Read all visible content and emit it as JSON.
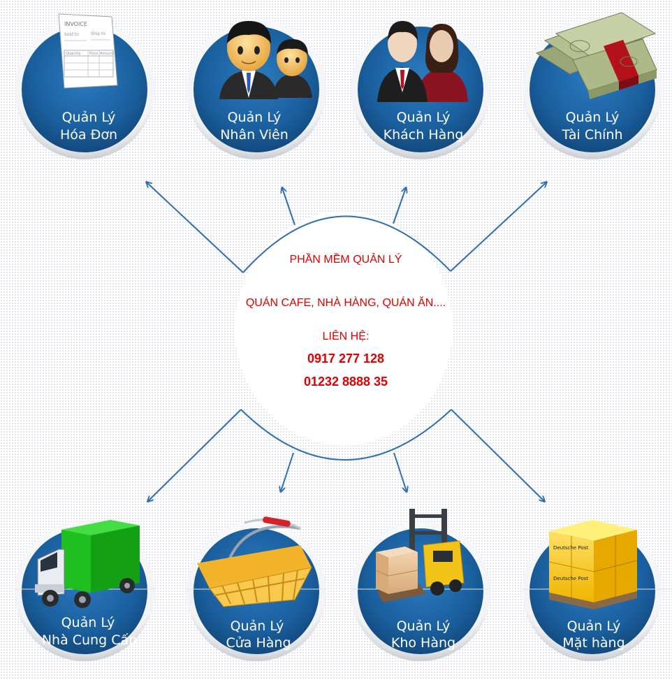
{
  "center": {
    "title": "PHẦN MỀM QUẢN LÝ",
    "subtitle": "QUÁN CAFE, NHÀ HÀNG, QUÁN ĂN....",
    "contact_label": "LIÊN HỆ:",
    "phone_1": "0917 277 128",
    "phone_2": "01232 8888 35"
  },
  "top_nodes": [
    {
      "line1": "Quản Lý",
      "line2": "Hóa Đơn",
      "icon": "invoice-icon"
    },
    {
      "line1": "Quản Lý",
      "line2": "Nhân Viên",
      "icon": "staff-icon"
    },
    {
      "line1": "Quản Lý",
      "line2": "Khách Hàng",
      "icon": "customers-icon"
    },
    {
      "line1": "Quản Lý",
      "line2": "Tài Chính",
      "icon": "money-icon"
    }
  ],
  "bottom_nodes": [
    {
      "line1": "Quản Lý",
      "line2": "Nhà Cung Cấp",
      "icon": "truck-icon"
    },
    {
      "line1": "Quản Lý",
      "line2": "Cửa Hàng",
      "icon": "basket-icon"
    },
    {
      "line1": "Quản Lý",
      "line2": "Kho Hàng",
      "icon": "forklift-icon"
    },
    {
      "line1": "Quản Lý",
      "line2": "Mặt hàng",
      "icon": "boxes-icon"
    }
  ],
  "invoice_doc": {
    "title": "INVOICE",
    "sold_to": "Sold to",
    "ship_to": "Ship to",
    "quantity": "Quantity",
    "price": "Price",
    "amount": "Amount"
  },
  "box_brand": "Deutsche Post",
  "colors": {
    "node_blue": "#1a5f9e",
    "arrow_blue": "#2e6db0",
    "text_red": "#e00000"
  }
}
